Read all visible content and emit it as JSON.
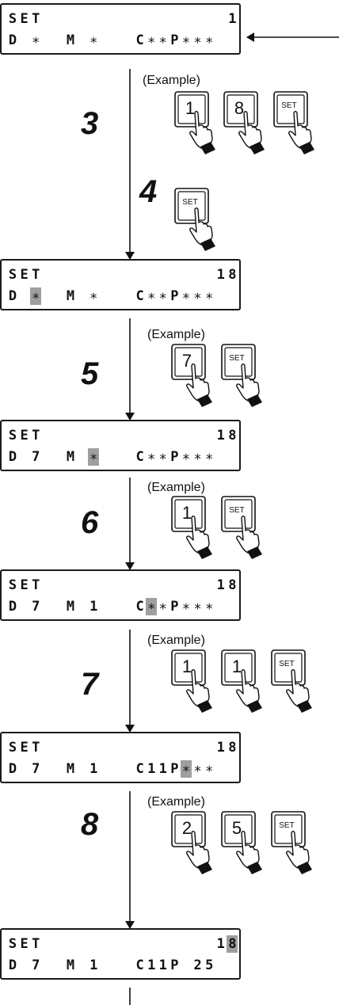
{
  "displays": [
    {
      "line1": {
        "left": "SET",
        "right": "1"
      },
      "line2": {
        "d": "∗",
        "m": "∗",
        "c": "∗∗",
        "p": "∗∗∗"
      },
      "highlight": "id_cursor"
    },
    {
      "line1": {
        "left": "SET",
        "right": "18"
      },
      "line2": {
        "d": "∗",
        "m": "∗",
        "c": "∗∗",
        "p": "∗∗∗"
      },
      "highlight": "d"
    },
    {
      "line1": {
        "left": "SET",
        "right": "18"
      },
      "line2": {
        "d": "7",
        "m": "∗",
        "c": "∗∗",
        "p": "∗∗∗"
      },
      "highlight": "m"
    },
    {
      "line1": {
        "left": "SET",
        "right": "18"
      },
      "line2": {
        "d": "7",
        "m": "1",
        "c": "∗∗",
        "p": "∗∗∗"
      },
      "highlight": "c"
    },
    {
      "line1": {
        "left": "SET",
        "right": "18"
      },
      "line2": {
        "d": "7",
        "m": "1",
        "c": "11",
        "p": "∗∗∗"
      },
      "highlight": "p"
    },
    {
      "line1": {
        "left": "SET",
        "right": "18"
      },
      "line2": {
        "d": "7",
        "m": "1",
        "c": "11",
        "p": " 25"
      },
      "highlight": "last"
    }
  ],
  "labels": {
    "d": "D",
    "m": "M",
    "c": "C",
    "p": "P",
    "example": "(Example)"
  },
  "steps": [
    {
      "number": "3",
      "keys": [
        "1",
        "8",
        "SET"
      ]
    },
    {
      "number": "4",
      "keys": [
        "SET"
      ]
    },
    {
      "number": "5",
      "keys": [
        "7",
        "SET"
      ]
    },
    {
      "number": "6",
      "keys": [
        "1",
        "SET"
      ]
    },
    {
      "number": "7",
      "keys": [
        "1",
        "1",
        "SET"
      ]
    },
    {
      "number": "8",
      "keys": [
        "2",
        "5",
        "SET"
      ]
    }
  ]
}
